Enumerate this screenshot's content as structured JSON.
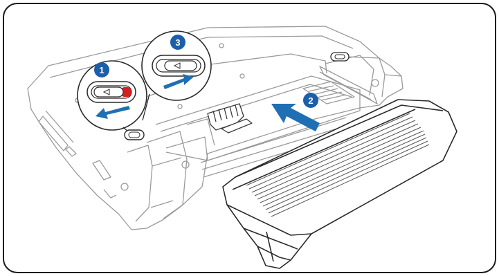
{
  "colors": {
    "frame_border": "#1a1a1a",
    "line_art": "#9a9a9a",
    "line_art_dark": "#3a3a3a",
    "accent_blue": "#1f6fb4",
    "badge_blue": "#1c5fa8",
    "latch_red": "#d42020"
  },
  "steps": [
    {
      "number": "1",
      "icon": "arrow-left-icon"
    },
    {
      "number": "2",
      "icon": "arrow-up-right-icon"
    },
    {
      "number": "3",
      "icon": "arrow-right-icon"
    }
  ]
}
